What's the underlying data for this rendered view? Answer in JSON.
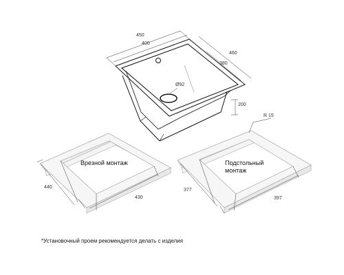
{
  "sink": {
    "dim_outer_width": "450",
    "dim_inner_width": "400",
    "dim_outer_depth": "460",
    "dim_inner_depth": "380",
    "dim_height": "200",
    "drain_diameter": "Ø92"
  },
  "topmount": {
    "label": "Врезной монтаж",
    "dim_depth": "440",
    "dim_width": "430"
  },
  "undermount": {
    "label_line1": "Подстольный",
    "label_line2": "монтаж",
    "dim_depth": "377",
    "dim_width": "397",
    "dim_radius": "R 15"
  },
  "footnote": "*Установочный проем рекомендуется делать с изделия"
}
